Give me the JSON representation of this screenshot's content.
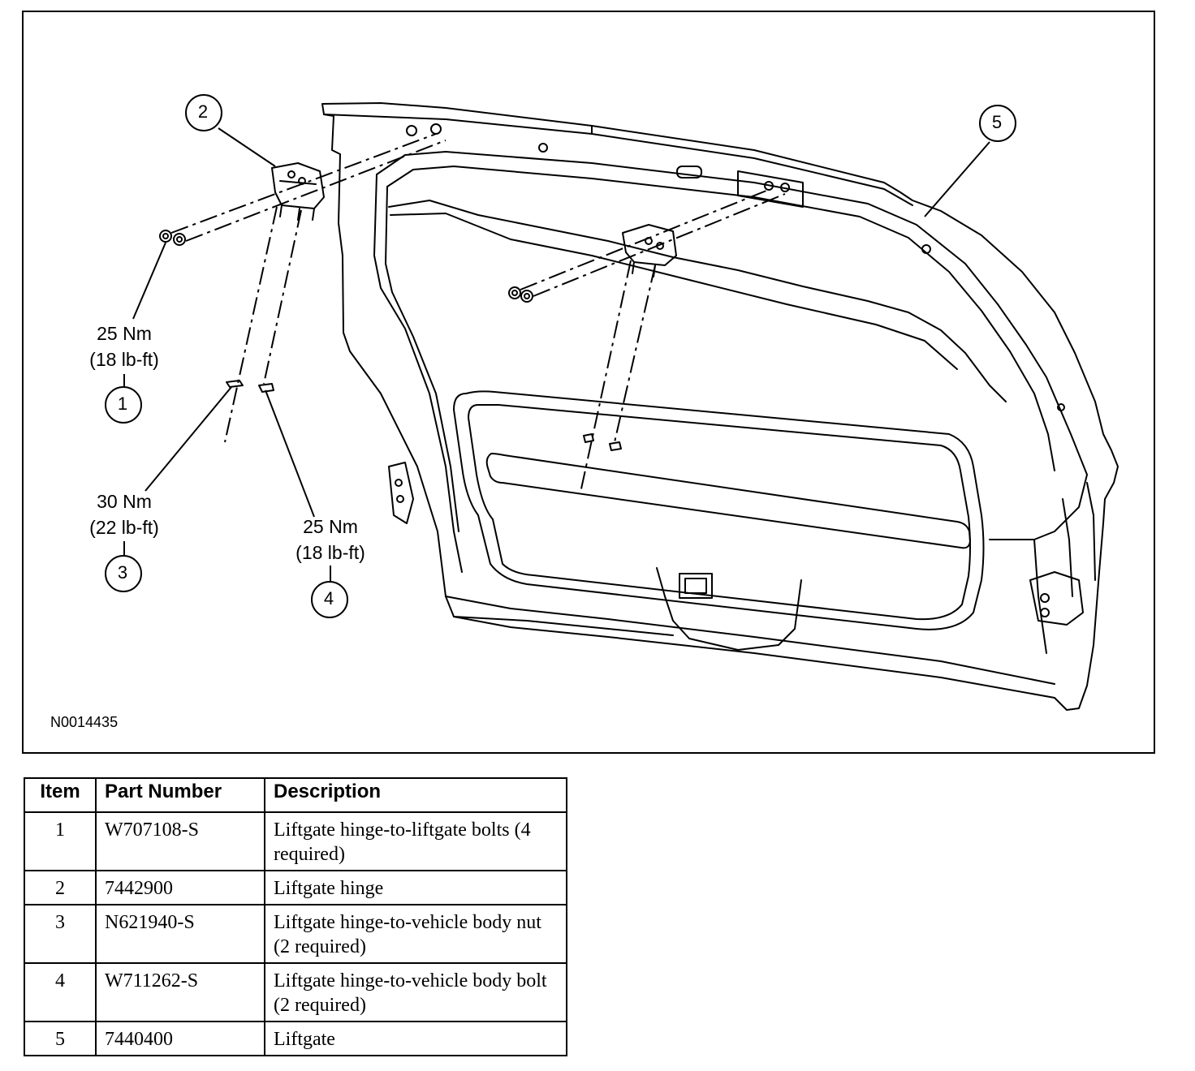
{
  "figure": {
    "figure_id": "N0014435",
    "callouts": [
      {
        "number": "1",
        "torque_nm": "25 Nm",
        "torque_lbft": "(18 lb-ft)"
      },
      {
        "number": "2"
      },
      {
        "number": "3",
        "torque_nm": "30 Nm",
        "torque_lbft": "(22 lb-ft)"
      },
      {
        "number": "4",
        "torque_nm": "25 Nm",
        "torque_lbft": "(18 lb-ft)"
      },
      {
        "number": "5"
      }
    ]
  },
  "table": {
    "headers": {
      "item": "Item",
      "part_number": "Part Number",
      "description": "Description"
    },
    "rows": [
      {
        "item": "1",
        "part_number": "W707108-S",
        "description": "Liftgate hinge-to-liftgate bolts (4 required)"
      },
      {
        "item": "2",
        "part_number": "7442900",
        "description": "Liftgate hinge"
      },
      {
        "item": "3",
        "part_number": "N621940-S",
        "description": "Liftgate hinge-to-vehicle body nut (2 required)"
      },
      {
        "item": "4",
        "part_number": "W711262-S",
        "description": "Liftgate hinge-to-vehicle body bolt (2 required)"
      },
      {
        "item": "5",
        "part_number": "7440400",
        "description": "Liftgate"
      }
    ]
  }
}
